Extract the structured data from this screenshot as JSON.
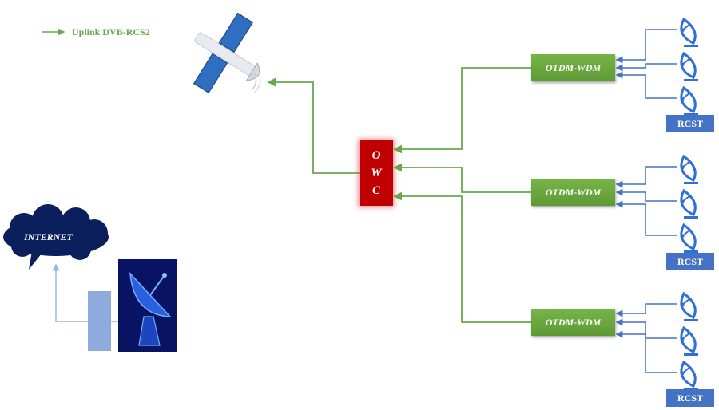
{
  "legend": {
    "label": "Uplink DVB-RCS2",
    "icon": "arrow-right-icon"
  },
  "satellite": {
    "icon": "satellite-icon"
  },
  "owc": {
    "letters": [
      "O",
      "W",
      "C"
    ]
  },
  "multiplexers": [
    {
      "label": "OTDM-WDM"
    },
    {
      "label": "OTDM-WDM"
    },
    {
      "label": "OTDM-WDM"
    }
  ],
  "terminal_groups": [
    {
      "label": "RCST",
      "dishes": 3
    },
    {
      "label": "RCST",
      "dishes": 3
    },
    {
      "label": "RCST",
      "dishes": 3
    }
  ],
  "internet": {
    "label": "INTERNET",
    "icon": "cloud-icon"
  },
  "gateway": {
    "icon": "satellite-dish-icon"
  },
  "colors": {
    "uplink": "#6aa84f",
    "owc": "#c00000",
    "mux": "#70ad47",
    "terminal": "#4472c4",
    "cloud": "#0b1f5c",
    "gateway_link": "#9db3e0"
  }
}
